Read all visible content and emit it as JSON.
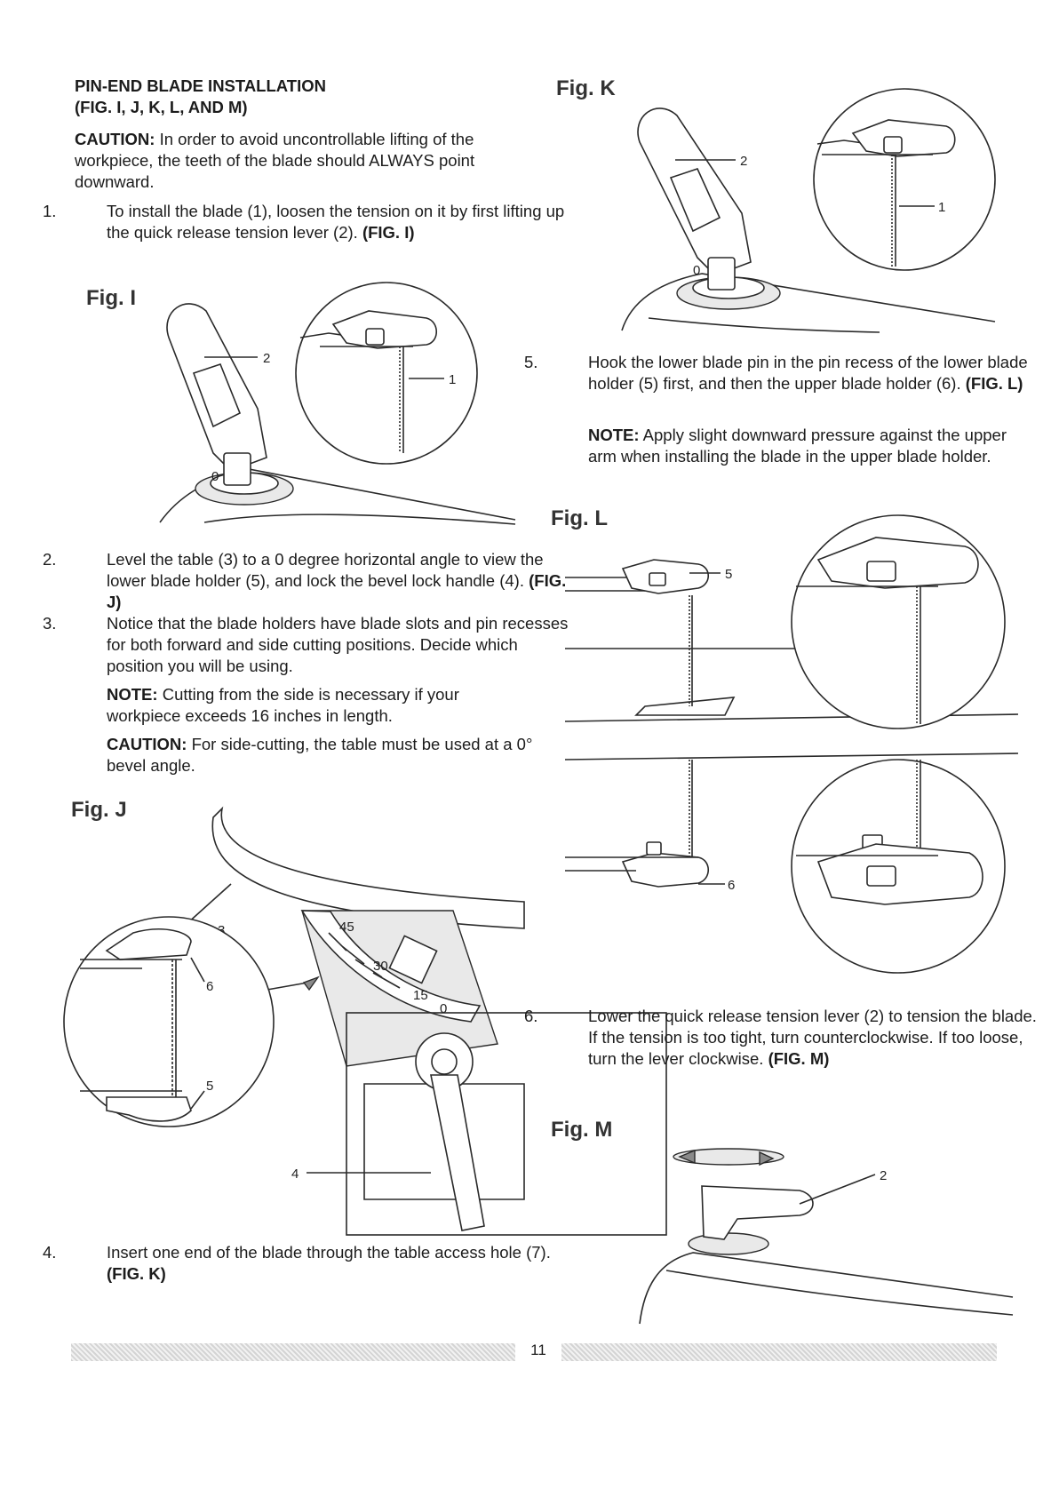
{
  "section": {
    "title": "PIN-END BLADE INSTALLATION",
    "subtitle": "(FIG. I, J, K, L, AND M)"
  },
  "caution1": {
    "label": "CAUTION:",
    "text": " In order to avoid uncontrollable lifting of the workpiece, the teeth of the blade should ALWAYS point downward."
  },
  "steps": [
    {
      "num": "1.",
      "text": "To install the blade (1), loosen the tension on it by first lifting up the quick release tension lever (2). ",
      "ref": "(FIG. I)"
    },
    {
      "num": "2.",
      "text": "Level the table (3) to a 0 degree horizontal angle to view the lower blade holder (5), and lock the bevel lock handle (4). ",
      "ref": "(FIG. J)"
    },
    {
      "num": "3.",
      "text": "Notice that the blade holders have blade slots and pin recesses for both forward and side cutting positions. Decide which position you will be using.",
      "ref": ""
    },
    {
      "num": "4.",
      "text": "Insert one end of the blade through the table access hole (7). ",
      "ref": "(FIG. K)"
    },
    {
      "num": "5.",
      "text": "Hook the lower blade pin in the pin recess of the lower blade holder (5) first, and then the upper blade holder (6). ",
      "ref": "(FIG. L)"
    },
    {
      "num": "6.",
      "text": "Lower the quick release tension lever (2) to tension the blade. If the tension is too tight, turn counterclockwise. If too loose, turn the lever clockwise. ",
      "ref": "(FIG. M)"
    }
  ],
  "note1": {
    "label": "NOTE:",
    "text": " Cutting from the side is necessary if your workpiece exceeds 16 inches in length."
  },
  "caution2": {
    "label": "CAUTION:",
    "text": " For side-cutting, the table must be used at a 0° bevel angle."
  },
  "note2": {
    "label": "NOTE:",
    "text": " Apply slight downward pressure against the upper arm when installing the blade in the upper blade holder."
  },
  "figures": {
    "i": {
      "label": "Fig. I",
      "callouts": [
        "2",
        "1",
        "0"
      ]
    },
    "j": {
      "label": "Fig. J",
      "callouts": [
        "3",
        "6",
        "5",
        "4"
      ],
      "scale": [
        "45",
        "30",
        "15",
        "0"
      ]
    },
    "k": {
      "label": "Fig. K",
      "callouts": [
        "2",
        "1",
        "0"
      ]
    },
    "l": {
      "label": "Fig. L",
      "callouts": [
        "5",
        "6"
      ]
    },
    "m": {
      "label": "Fig. M",
      "callouts": [
        "2"
      ]
    }
  },
  "footer": {
    "page": "11"
  }
}
